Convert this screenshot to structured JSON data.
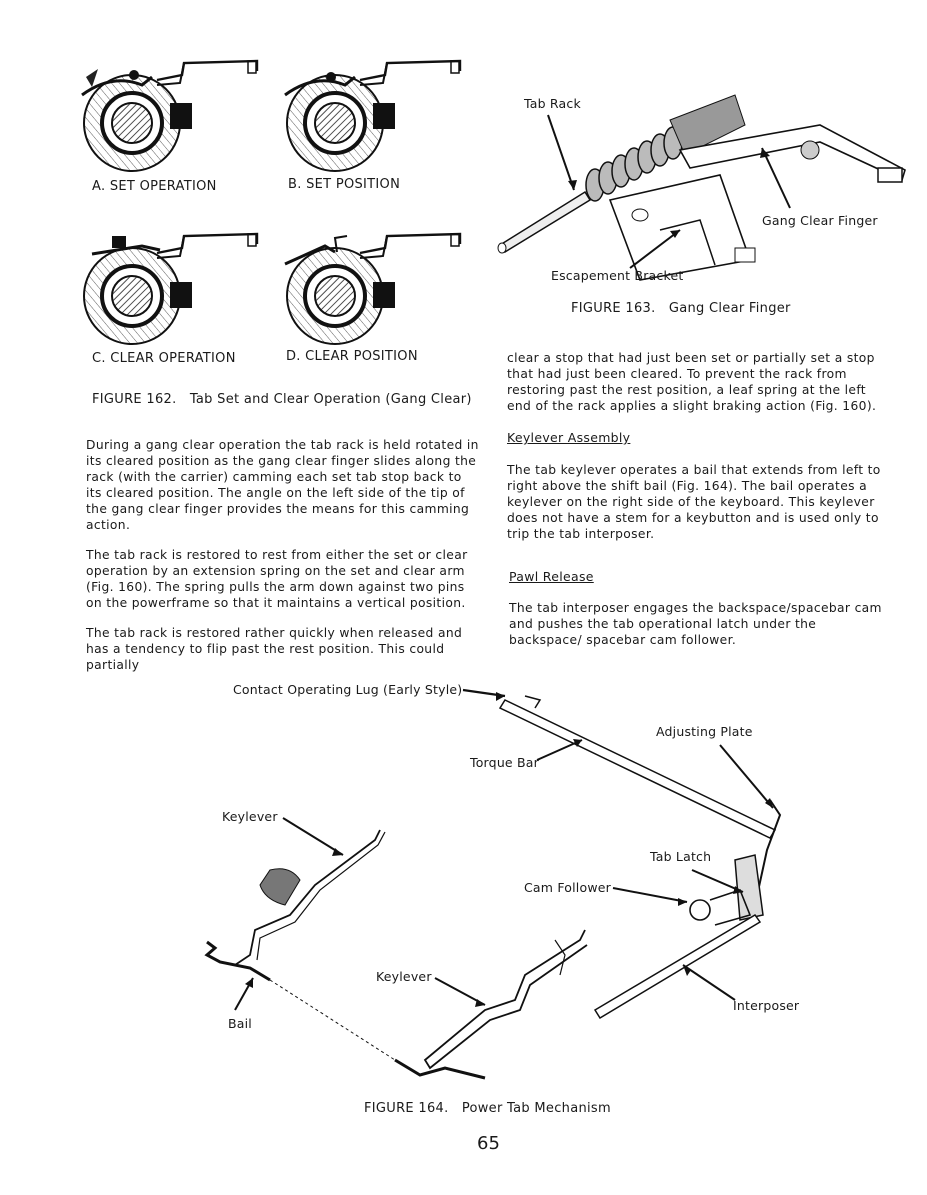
{
  "figure162": {
    "panels": {
      "a": "A. SET OPERATION",
      "b": "B. SET POSITION",
      "c": "C. CLEAR OPERATION",
      "d": "D. CLEAR POSITION"
    },
    "caption": "FIGURE 162.   Tab Set and Clear Operation (Gang Clear)"
  },
  "figure163": {
    "labels": {
      "tab_rack": "Tab Rack",
      "gang_clear_finger": "Gang Clear Finger",
      "escapement_bracket": "Escapement Bracket"
    },
    "caption": "FIGURE 163.   Gang Clear Finger"
  },
  "left_column": {
    "para1": "During a gang clear operation the tab rack is held rotated in its cleared position as the gang clear finger slides along the rack (with the carrier) camming each set tab stop back to its cleared position. The angle on the left side of the tip of the gang clear finger provides the means for this camming action.",
    "para2": "The tab rack is restored to rest from either the set or clear operation by an extension spring on the set and clear arm (Fig. 160). The spring pulls the arm down against two pins on the powerframe so that it maintains a vertical position.",
    "para3": "The tab rack is restored rather quickly when released and has a tendency to flip past the rest position. This could partially"
  },
  "right_column": {
    "para1": "clear a stop that had just been set or partially set a stop that had just been cleared. To prevent the rack from restoring past the rest position, a leaf spring at the left end of the rack applies a slight braking action (Fig. 160).",
    "heading1": "Keylever Assembly",
    "para2": "The tab keylever operates a bail that extends from left to right above the shift bail (Fig. 164). The bail operates a keylever on the right side of the keyboard. This keylever does not have a stem for a keybutton and is used only to trip the tab interposer.",
    "heading2": "Pawl Release",
    "para3": "The tab interposer engages the backspace/spacebar cam and pushes the tab operational latch under the backspace/ spacebar cam follower."
  },
  "figure164": {
    "labels": {
      "contact_lug": "Contact Operating Lug (Early Style)",
      "adjusting_plate": "Adjusting Plate",
      "torque_bar": "Torque Bar",
      "keylever_top": "Keylever",
      "tab_latch": "Tab Latch",
      "cam_follower": "Cam Follower",
      "keylever_mid": "Keylever",
      "interposer": "Interposer",
      "bail": "Bail"
    },
    "caption": "FIGURE 164.   Power Tab Mechanism"
  },
  "page_number": "65"
}
